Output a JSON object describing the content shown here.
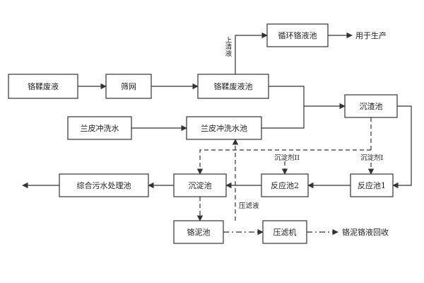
{
  "nodes": {
    "waste_liquid": "铬鞣废液",
    "screen": "筛网",
    "chrome_liquid_pool": "铬鞣废液池",
    "circulation_pool": "循环铬液池",
    "for_production": "用于生产",
    "blue_hide_water": "兰皮冲洗水",
    "blue_hide_pool": "兰皮冲洗水池",
    "sedimentation_pool": "沉渣池",
    "reaction_pool_1": "反应池1",
    "reaction_pool_2": "反应池2",
    "settling_pool": "沉淀池",
    "comprehensive_treatment": "综合污水处理池",
    "chrome_sludge_pool": "铬泥池",
    "filter_press": "压滤机",
    "chrome_recovery": "铬泥铬液回收"
  },
  "edge_labels": {
    "supernatant": "上清液",
    "precipitant_2": "沉淀剂II",
    "precipitant_1": "沉淀剂I",
    "filtrate": "压滤液"
  }
}
